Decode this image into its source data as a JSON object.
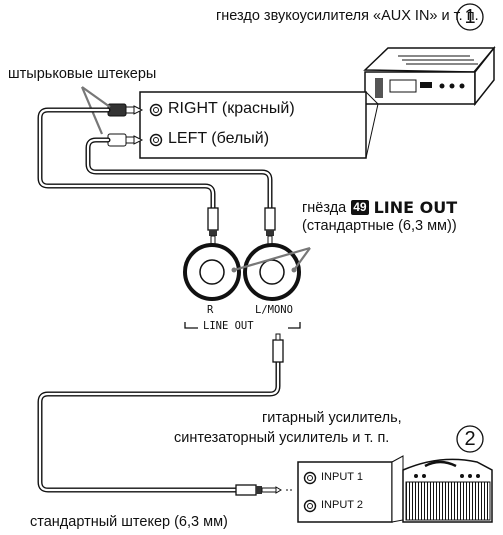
{
  "step1": {
    "number": "1",
    "caption": "гнездо звукоусилителя «AUX IN» и т. п.",
    "plugs_label": "штырьковые штекеры",
    "right_jack": "RIGHT (красный)",
    "left_jack": "LEFT (белый)"
  },
  "lineout": {
    "caption_prefix": "гнёзда",
    "badge": "49",
    "caption_name": "LINE OUT",
    "caption_size": "(стандартные (6,3 мм))",
    "jack_r": "R",
    "jack_l": "L/MONO",
    "panel_label": "LINE OUT"
  },
  "step2": {
    "number": "2",
    "caption_line1": "гитарный усилитель,",
    "caption_line2": "синтезаторный усилитель и т. п.",
    "input1": "INPUT 1",
    "input2": "INPUT 2",
    "plug_label": "стандартный штекер (6,3 мм)"
  },
  "icons": [
    "stereo-amplifier-icon",
    "guitar-amplifier-icon",
    "pin-plug-icon",
    "phone-plug-icon"
  ]
}
